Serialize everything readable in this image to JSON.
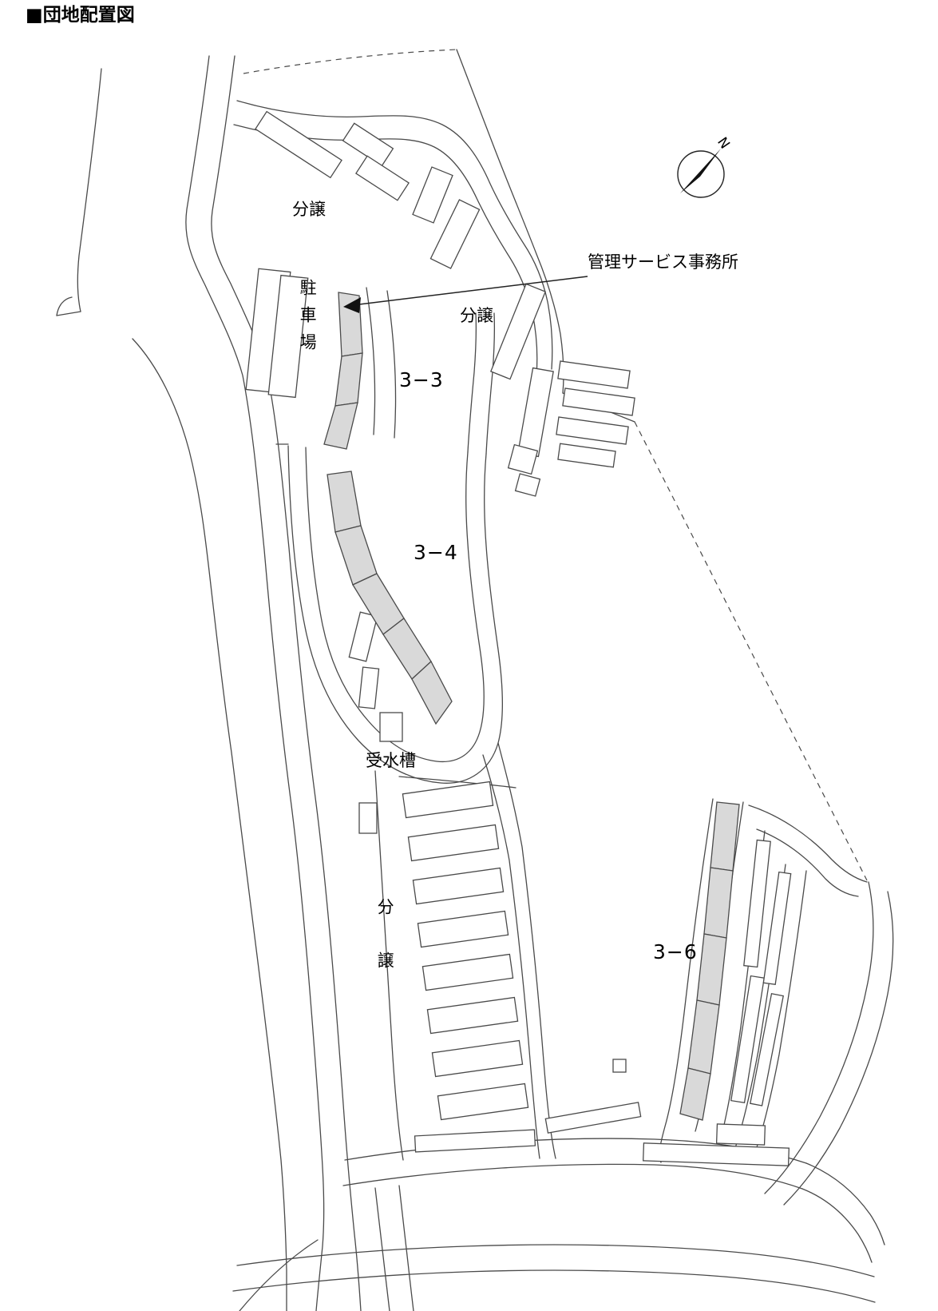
{
  "title": "■団地配置図",
  "labels": {
    "bunjo_upper": "分譲",
    "office": "管理サービス事務所",
    "parking": "駐車場",
    "bunjo_mid": "分譲",
    "block_3_3": "3−3",
    "block_3_4": "3−4",
    "tank": "受水槽",
    "bunjo_lower": "分譲",
    "block_3_6": "3−6",
    "compass_north": "N"
  },
  "colors": {
    "highlight_building_fill": "#d9d9d9",
    "line": "#4a4a4a",
    "background": "#ffffff"
  }
}
